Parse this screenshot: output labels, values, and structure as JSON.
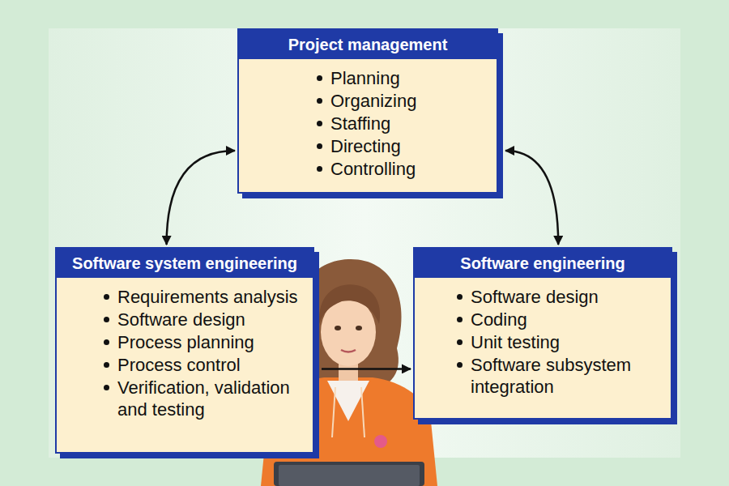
{
  "diagram": {
    "nodes": [
      {
        "text": [
          "Project management",
          "Planning",
          "Organizing",
          "Staffing",
          "Directing",
          "Controlling"
        ]
      },
      {
        "text": [
          "Software system engineering",
          "Requirements analysis",
          "Software design",
          "Process planning",
          "Process control",
          "Verification, validation and testing"
        ]
      },
      {
        "text": [
          "Software engineering",
          "Software design",
          "Coding",
          "Unit testing",
          "Software subsystem integration"
        ]
      }
    ],
    "edges": [
      {
        "from": 1,
        "to": 0,
        "arrow": "both"
      },
      {
        "from": 2,
        "to": 0,
        "arrow": "both"
      },
      {
        "from": 1,
        "to": 2,
        "arrow": "to"
      }
    ]
  }
}
